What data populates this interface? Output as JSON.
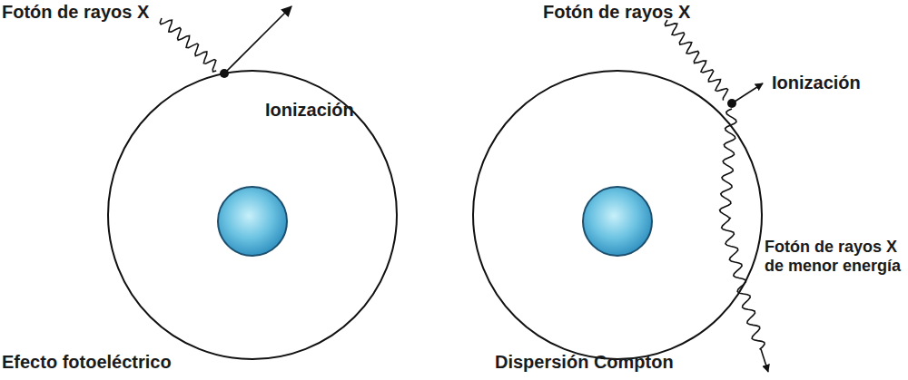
{
  "diagram": {
    "labels": [
      "Fotón de rayos X",
      "Ionización",
      "Efecto fotoeléctrico",
      "Fotón de rayos X",
      "Ionización",
      "Fotón de rayos X de menor energía",
      "Dispersión Compton"
    ]
  }
}
